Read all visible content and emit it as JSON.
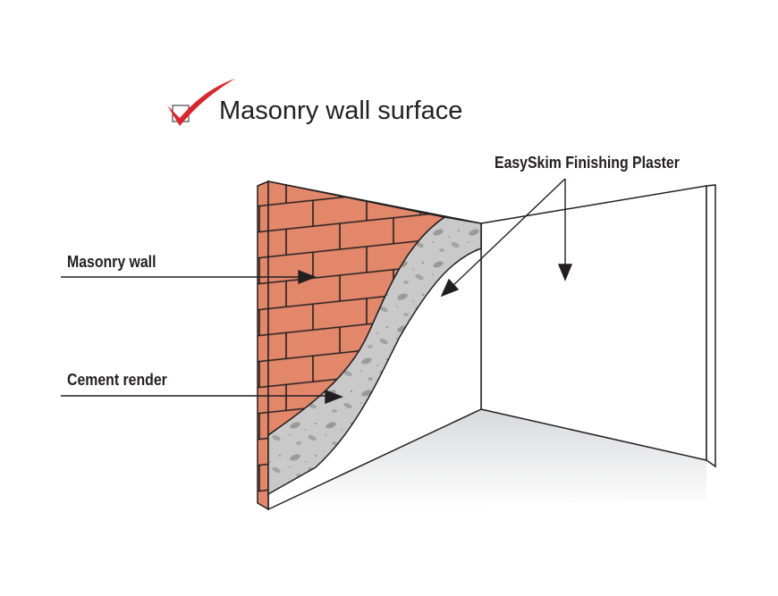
{
  "title": "Masonry wall surface",
  "labels": {
    "masonry_wall": "Masonry wall",
    "cement_render": "Cement render",
    "finishing_plaster": "EasySkim Finishing Plaster"
  },
  "colors": {
    "brick": "#e2876a",
    "render": "#c9c9ca",
    "check": "#d7262d",
    "line": "#231f20"
  },
  "icons": [
    "checkbox-tick-icon"
  ]
}
